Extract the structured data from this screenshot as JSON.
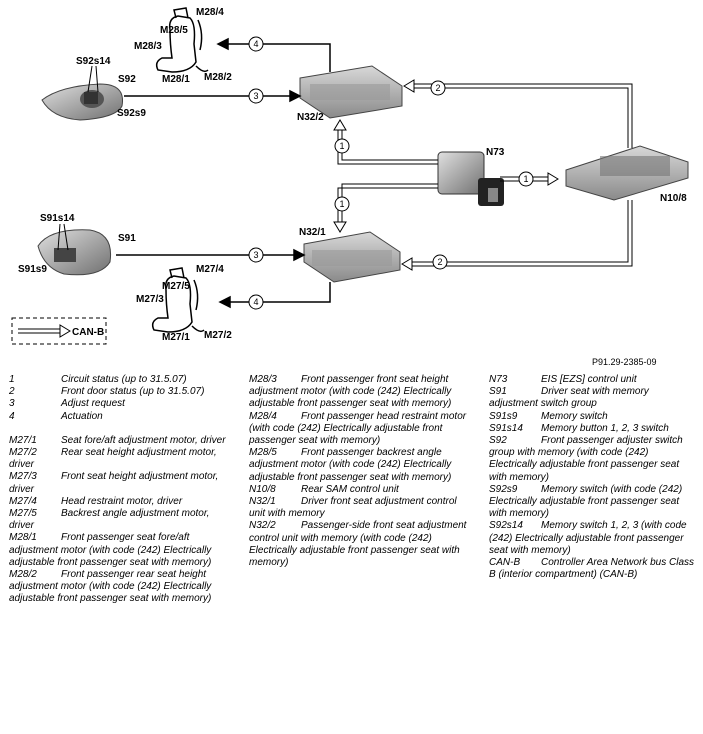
{
  "diagram": {
    "labels": {
      "m28_4": "M28/4",
      "m28_5": "M28/5",
      "m28_3": "M28/3",
      "m28_1": "M28/1",
      "m28_2": "M28/2",
      "s92s14": "S92s14",
      "s92": "S92",
      "s92s9": "S92s9",
      "n32_2": "N32/2",
      "n73": "N73",
      "n10_8": "N10/8",
      "s91s14": "S91s14",
      "s91": "S91",
      "s91s9": "S91s9",
      "n32_1": "N32/1",
      "m27_4": "M27/4",
      "m27_5": "M27/5",
      "m27_3": "M27/3",
      "m27_1": "M27/1",
      "m27_2": "M27/2",
      "canb": "CAN-B"
    },
    "circle_numbers": {
      "one": "1",
      "two": "2",
      "three": "3",
      "four": "4"
    }
  },
  "reference": "P91.29-2385-09",
  "legend": {
    "col1_a": [
      {
        "code": "1",
        "text": "Circuit status (up to 31.5.07)"
      },
      {
        "code": "2",
        "text": "Front door status (up to 31.5.07)"
      },
      {
        "code": "3",
        "text": "Adjust request"
      },
      {
        "code": "4",
        "text": "Actuation"
      }
    ],
    "col1_b": [
      {
        "code": "M27/1",
        "text": "Seat fore/aft adjustment motor, driver"
      },
      {
        "code": "M27/2",
        "text": "Rear seat height adjustment motor, driver"
      },
      {
        "code": "M27/3",
        "text": "Front seat height adjustment motor, driver"
      },
      {
        "code": "M27/4",
        "text": "Head restraint motor, driver"
      },
      {
        "code": "M27/5",
        "text": "Backrest angle adjustment motor, driver"
      },
      {
        "code": "M28/1",
        "text": "Front passenger seat fore/aft adjustment motor (with code (242) Electrically adjustable front passenger seat with memory)"
      },
      {
        "code": "M28/2",
        "text": "Front passenger rear seat height adjustment motor (with code (242) Electrically adjustable front passenger seat with memory)"
      }
    ],
    "col2": [
      {
        "code": "M28/3",
        "text": "Front passenger front seat height adjustment motor (with code (242) Electrically adjustable front passenger seat with memory)"
      },
      {
        "code": "M28/4",
        "text": "Front passenger head restraint motor (with code (242) Electrically adjustable front passenger seat with memory)"
      },
      {
        "code": "M28/5",
        "text": "Front passenger backrest angle adjustment motor (with code (242) Electrically adjustable front passenger seat with memory)"
      },
      {
        "code": "N10/8",
        "text": "Rear SAM control unit"
      },
      {
        "code": "N32/1",
        "text": "Driver front seat adjustment control unit with memory"
      },
      {
        "code": "N32/2",
        "text": "Passenger-side front seat adjustment control unit with memory (with code (242) Electrically adjustable front passenger seat with memory)"
      }
    ],
    "col3": [
      {
        "code": "N73",
        "text": "EIS [EZS] control unit"
      },
      {
        "code": "S91",
        "text": "Driver seat with memory adjustment switch group"
      },
      {
        "code": "S91s9",
        "text": "Memory switch"
      },
      {
        "code": "S91s14",
        "text": "Memory button 1, 2, 3 switch"
      },
      {
        "code": "S92",
        "text": "Front passenger adjuster switch group with memory (with code (242) Electrically adjustable front passenger seat with memory)"
      },
      {
        "code": "S92s9",
        "text": "Memory switch (with code (242) Electrically adjustable front passenger seat with memory)"
      },
      {
        "code": "S92s14",
        "text": "Memory switch 1, 2, 3 (with code (242) Electrically adjustable front passenger seat with memory)"
      },
      {
        "code": "CAN-B",
        "text": "Controller Area Network bus Class B (interior compartment) (CAN-B)"
      }
    ]
  }
}
